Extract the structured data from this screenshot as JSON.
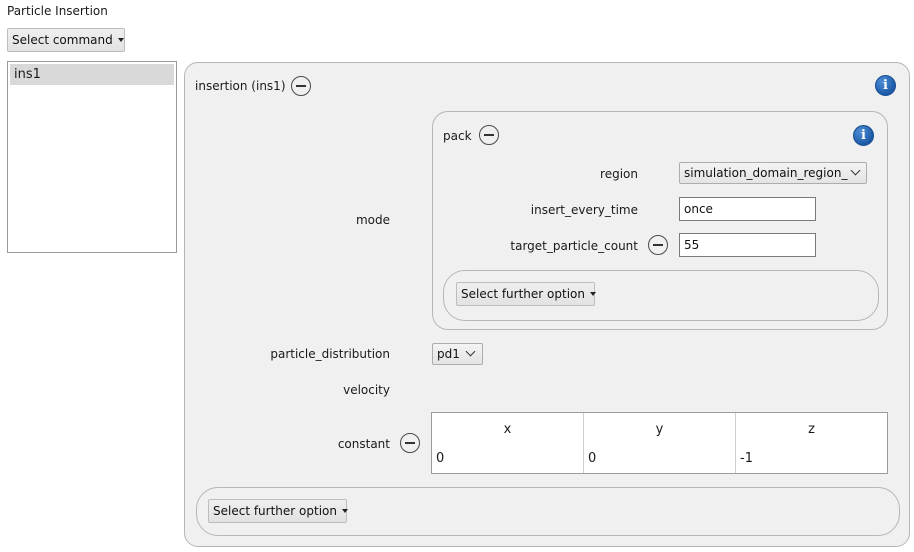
{
  "page": {
    "title": "Particle Insertion",
    "select_command": "Select command"
  },
  "list": {
    "items": [
      "ins1"
    ]
  },
  "insertion": {
    "title": "insertion (ins1)",
    "mode_label": "mode",
    "pack": {
      "title": "pack",
      "region_label": "region",
      "region_value": "simulation_domain_region_",
      "insert_every_time_label": "insert_every_time",
      "insert_every_time_value": "once",
      "target_particle_count_label": "target_particle_count",
      "target_particle_count_value": "55",
      "further_option": "Select further option"
    },
    "particle_distribution_label": "particle_distribution",
    "particle_distribution_value": "pd1",
    "velocity_label": "velocity",
    "constant_label": "constant",
    "constant_table": {
      "headers": [
        "x",
        "y",
        "z"
      ],
      "values": [
        "0",
        "0",
        "-1"
      ]
    },
    "further_option": "Select further option"
  },
  "icons": {
    "info": "info-icon",
    "remove": "minus-circle-icon",
    "dropdown": "caret-down-icon"
  },
  "colors": {
    "panel_bg": "#f0f0f0",
    "info_blue": "#1c5aa8",
    "selection": "#d9d9d9"
  }
}
